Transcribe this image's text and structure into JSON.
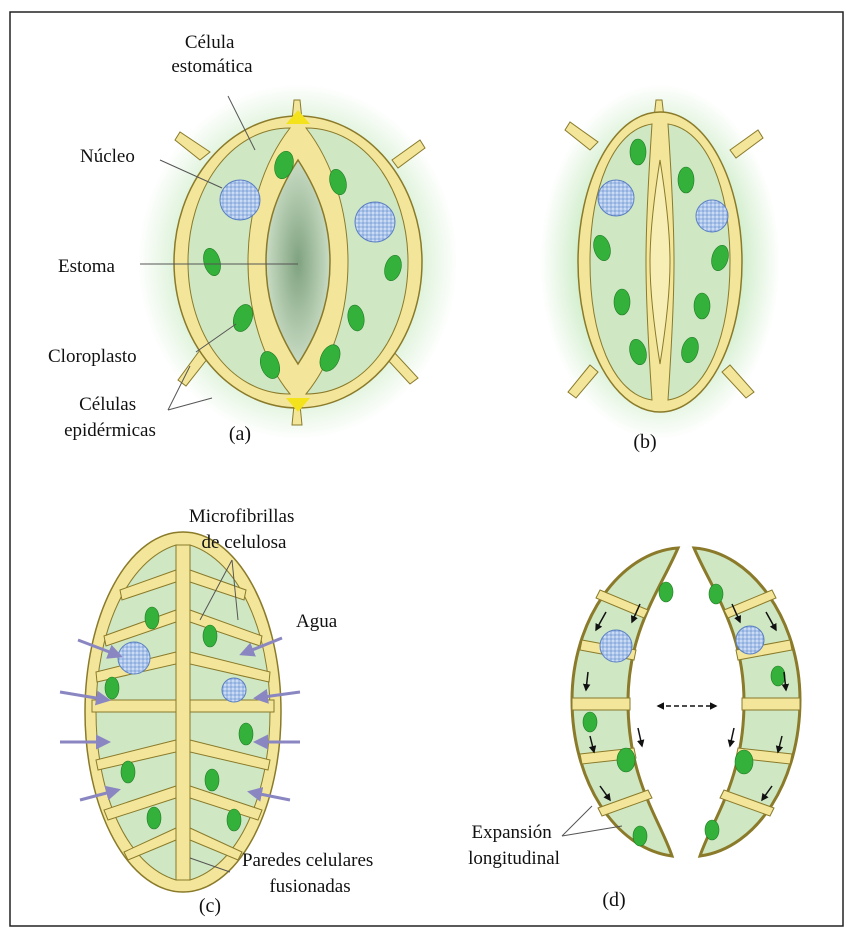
{
  "colors": {
    "cell_wall": "#f3e69a",
    "wall_stroke": "#8a7a2a",
    "cytoplasm": "#cfe7c2",
    "glow": "#d4efcf",
    "chloroplast": "#33b13a",
    "nucleus": "#a9c3ea",
    "junction": "#f3e21c",
    "water_arrow": "#8a86c2",
    "frame": "#222222"
  },
  "icons": {
    "chloroplast": "green-oval",
    "nucleus": "blue-stippled-circle",
    "water": "purple-arrow",
    "expansion": "black-dashed-double-arrow"
  },
  "panels": {
    "a": {
      "tag": "(a)",
      "labels": {
        "celula_estomatica": [
          "Célula",
          "estomática"
        ],
        "nucleo": "Núcleo",
        "estoma": "Estoma",
        "cloroplasto": "Cloroplasto",
        "celulas_epidermicas": [
          "Células",
          "epidérmicas"
        ]
      }
    },
    "b": {
      "tag": "(b)"
    },
    "c": {
      "tag": "(c)",
      "labels": {
        "microfibrillas": [
          "Microfibrillas",
          "de celulosa"
        ],
        "agua": "Agua",
        "paredes": [
          "Paredes celulares",
          "fusionadas"
        ]
      }
    },
    "d": {
      "tag": "(d)",
      "labels": {
        "expansion": [
          "Expansión",
          "longitudinal"
        ]
      }
    }
  }
}
